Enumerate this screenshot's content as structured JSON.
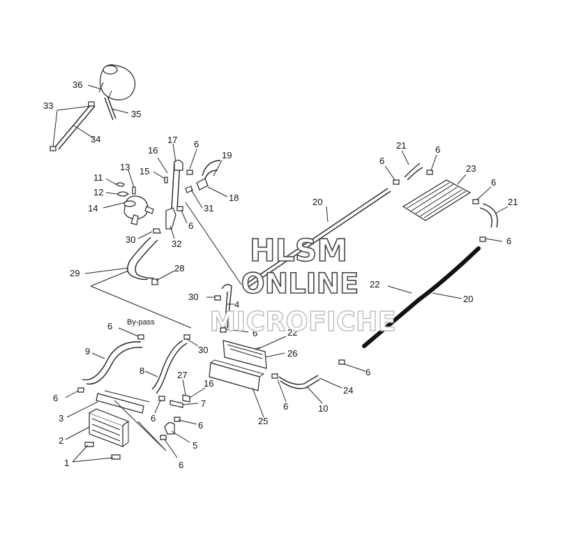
{
  "callouts": [
    {
      "id": "c36",
      "text": "36"
    },
    {
      "id": "c33",
      "text": "33"
    },
    {
      "id": "c35",
      "text": "35"
    },
    {
      "id": "c34",
      "text": "34"
    },
    {
      "id": "c17",
      "text": "17"
    },
    {
      "id": "c16a",
      "text": "16"
    },
    {
      "id": "c6a",
      "text": "6"
    },
    {
      "id": "c19",
      "text": "19"
    },
    {
      "id": "c15",
      "text": "15"
    },
    {
      "id": "c13",
      "text": "13"
    },
    {
      "id": "c11",
      "text": "11"
    },
    {
      "id": "c12",
      "text": "12"
    },
    {
      "id": "c14",
      "text": "14"
    },
    {
      "id": "c18",
      "text": "18"
    },
    {
      "id": "c31",
      "text": "31"
    },
    {
      "id": "c6b",
      "text": "6"
    },
    {
      "id": "c30a",
      "text": "30"
    },
    {
      "id": "c32",
      "text": "32"
    },
    {
      "id": "c29",
      "text": "29"
    },
    {
      "id": "c28",
      "text": "28"
    },
    {
      "id": "c21a",
      "text": "21"
    },
    {
      "id": "c6c",
      "text": "6"
    },
    {
      "id": "c6d",
      "text": "6"
    },
    {
      "id": "c23",
      "text": "23"
    },
    {
      "id": "c6e",
      "text": "6"
    },
    {
      "id": "c21b",
      "text": "21"
    },
    {
      "id": "c20a",
      "text": "20"
    },
    {
      "id": "c6f",
      "text": "6"
    },
    {
      "id": "c22a",
      "text": "22"
    },
    {
      "id": "c20b",
      "text": "20"
    },
    {
      "id": "c30b",
      "text": "30"
    },
    {
      "id": "c4",
      "text": "4"
    },
    {
      "id": "c6g",
      "text": "6"
    },
    {
      "id": "c22b",
      "text": "22"
    },
    {
      "id": "c26",
      "text": "26"
    },
    {
      "id": "c30c",
      "text": "30"
    },
    {
      "id": "c6h",
      "text": "6"
    },
    {
      "id": "c9",
      "text": "9"
    },
    {
      "id": "c8",
      "text": "8"
    },
    {
      "id": "c27",
      "text": "27"
    },
    {
      "id": "c16b",
      "text": "16"
    },
    {
      "id": "c7",
      "text": "7"
    },
    {
      "id": "c6i",
      "text": "6"
    },
    {
      "id": "c6j",
      "text": "6"
    },
    {
      "id": "c3",
      "text": "3"
    },
    {
      "id": "c6k",
      "text": "6"
    },
    {
      "id": "c6l",
      "text": "6"
    },
    {
      "id": "c2",
      "text": "2"
    },
    {
      "id": "c5",
      "text": "5"
    },
    {
      "id": "c1",
      "text": "1"
    },
    {
      "id": "c6m",
      "text": "6"
    },
    {
      "id": "c6n",
      "text": "6"
    },
    {
      "id": "c24",
      "text": "24"
    },
    {
      "id": "c10",
      "text": "10"
    },
    {
      "id": "c25",
      "text": "25"
    },
    {
      "id": "c6o",
      "text": "6"
    }
  ],
  "bypass_label": "By-pass",
  "watermark": {
    "line1": "HLSM",
    "line2": "ONLINE",
    "line3": "MICROFICHE",
    "color": "#ffffff"
  }
}
